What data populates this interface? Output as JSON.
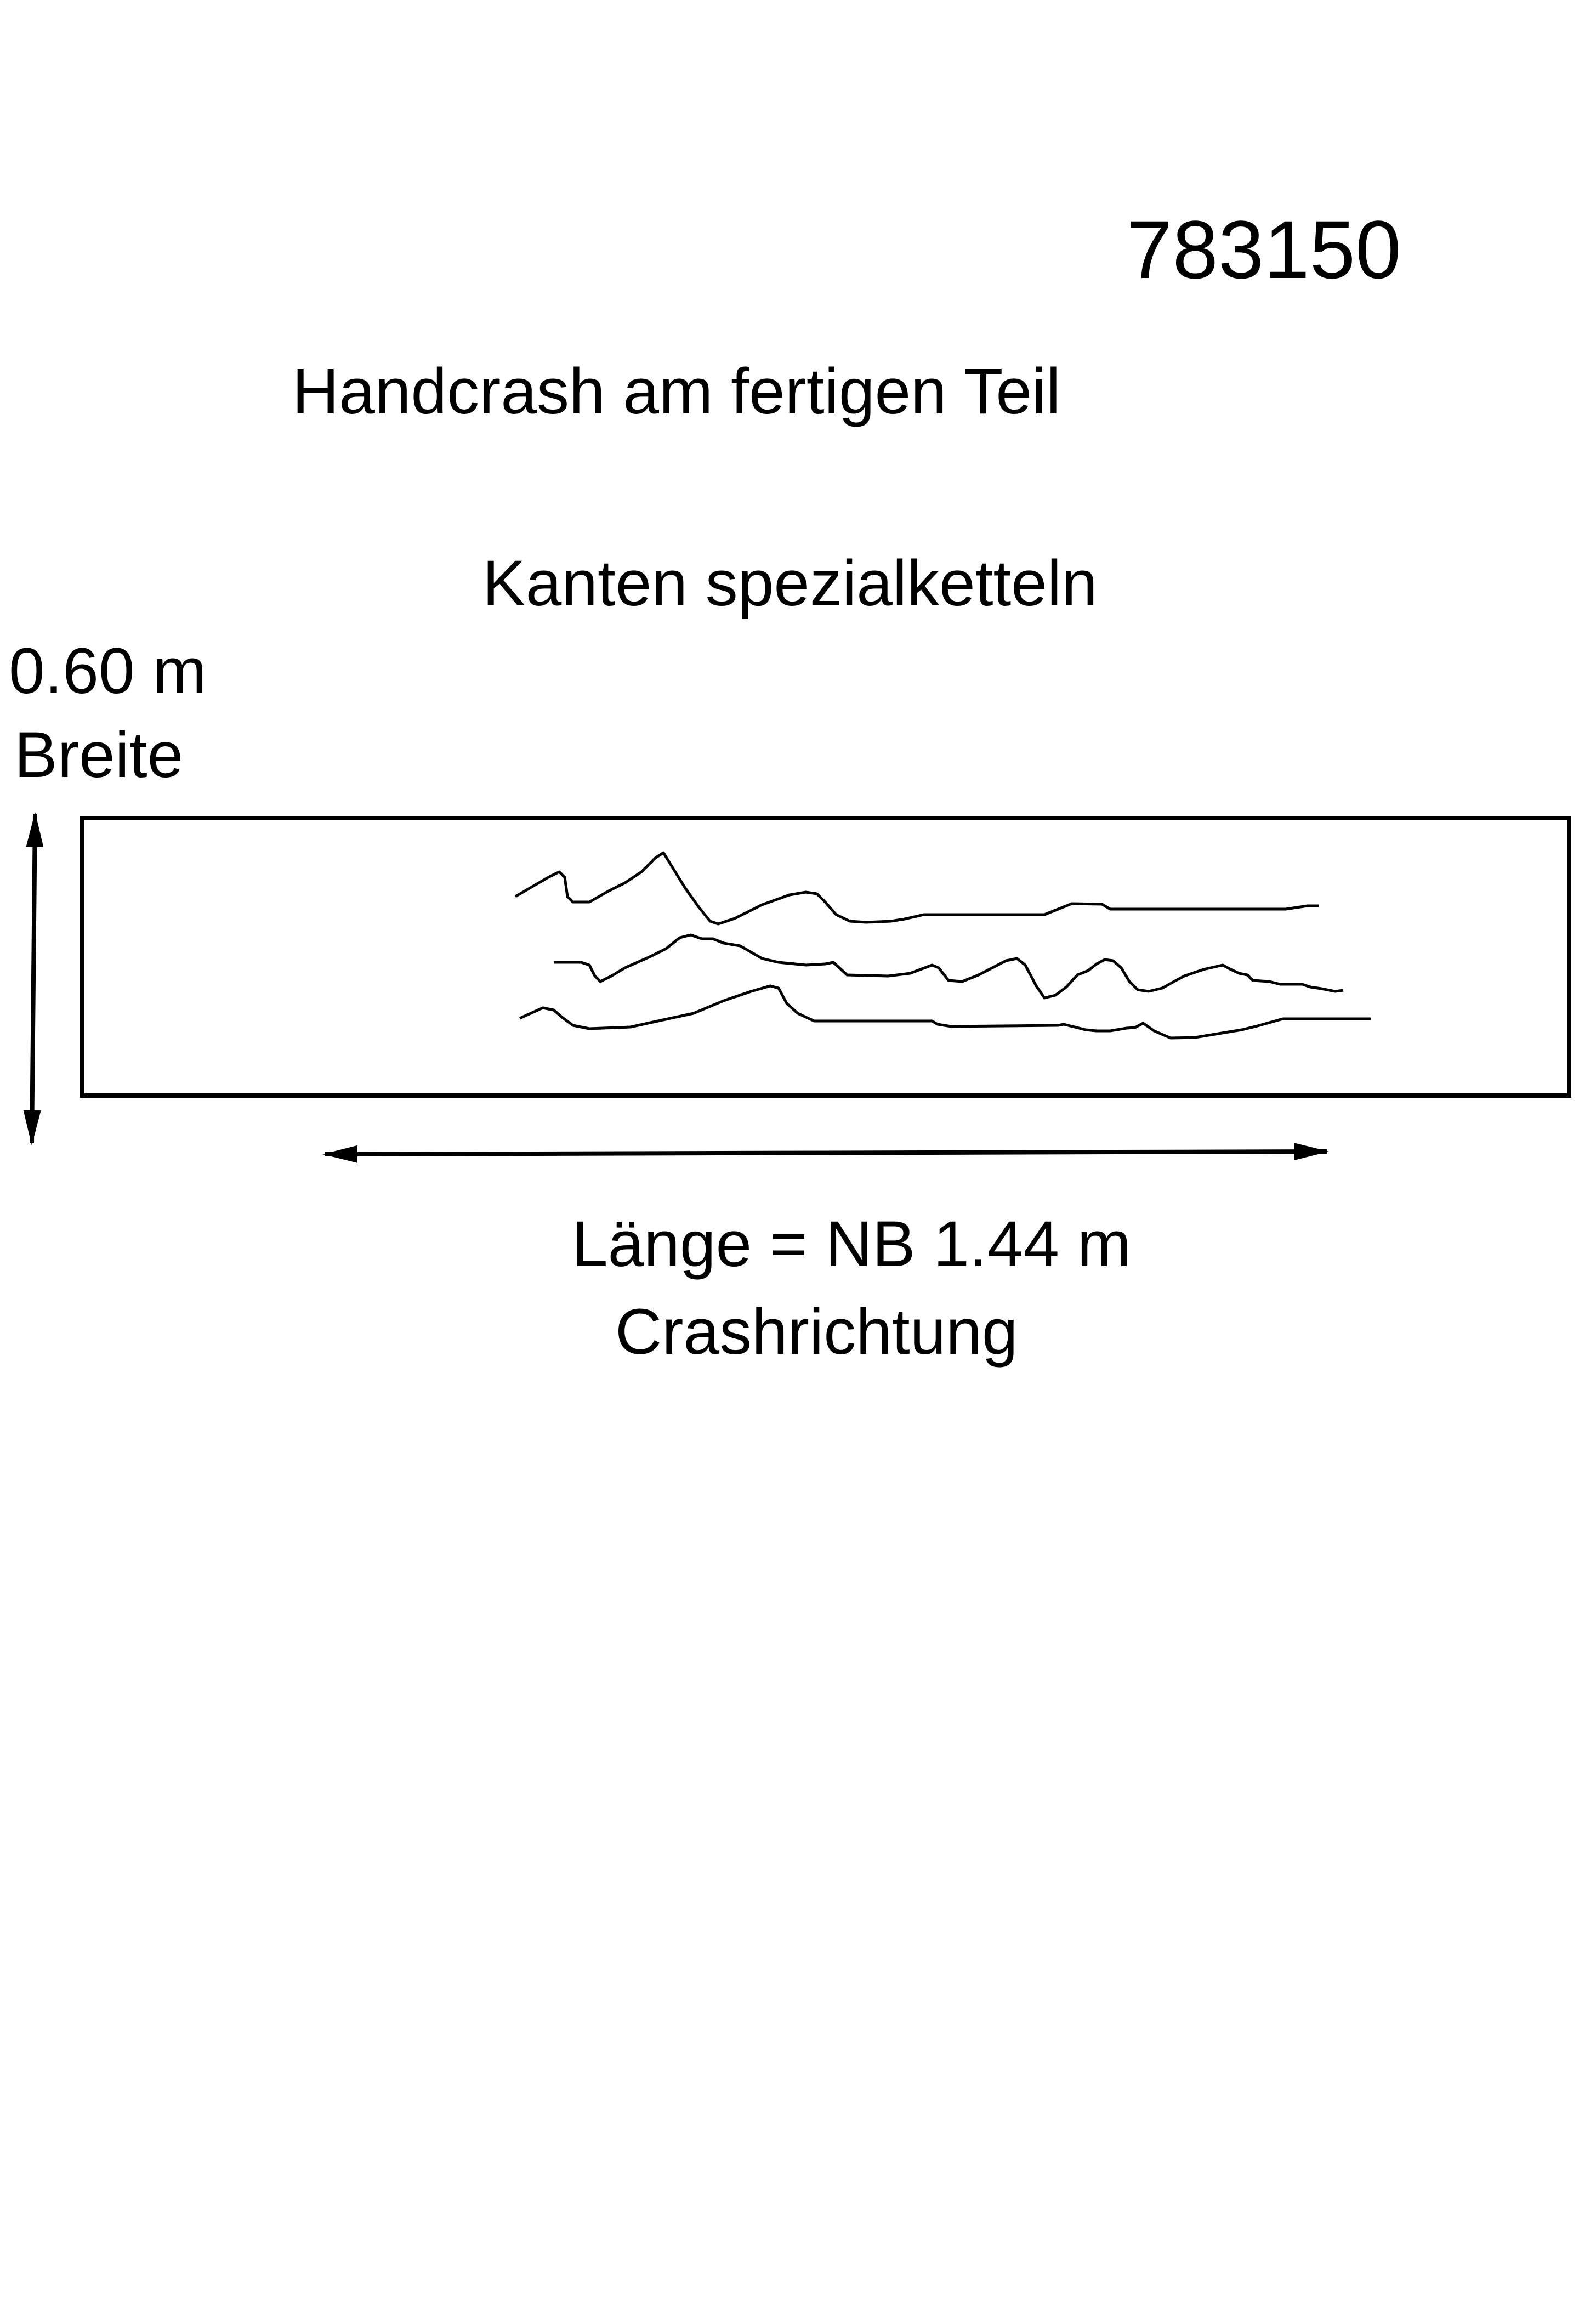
{
  "article_number": "783150",
  "title": "Handcrash am fertigen Teil",
  "subtitle": "Kanten spezialketteln",
  "width": {
    "value": "0.60 m",
    "label": "Breite"
  },
  "length": {
    "value": "Länge =  NB 1.44 m",
    "direction_label": "Crashrichtung"
  },
  "colors": {
    "ink": "#000000",
    "background": "#ffffff"
  }
}
